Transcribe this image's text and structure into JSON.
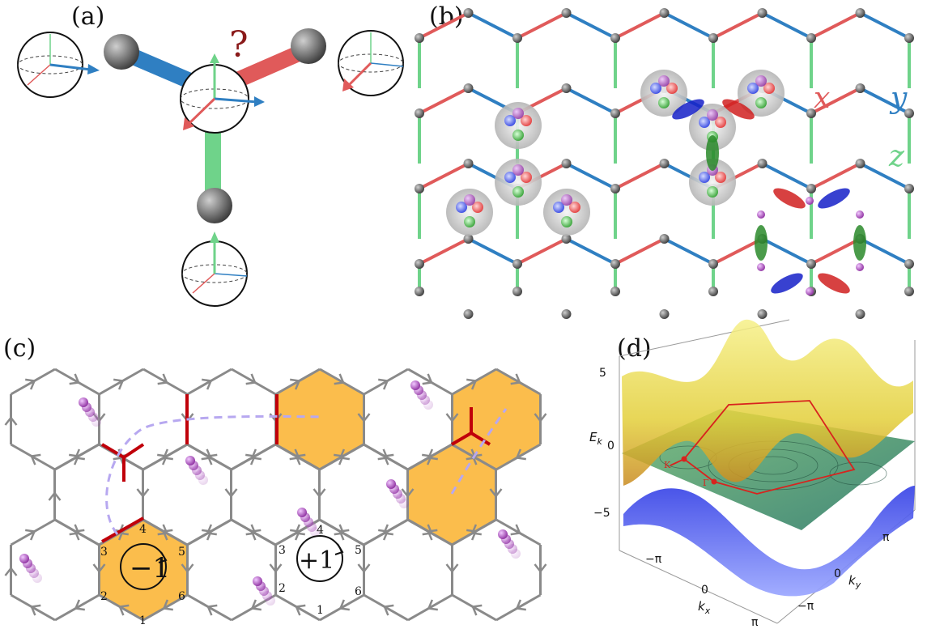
{
  "panels": {
    "a": {
      "label": "(a)",
      "question": "?"
    },
    "b": {
      "label": "(b)",
      "bond_labels": {
        "x": "x",
        "y": "y",
        "z": "z"
      }
    },
    "c": {
      "label": "(c)",
      "plaquette_left": "−1",
      "plaquette_right": "+1",
      "edge_numbers": [
        "1",
        "2",
        "3",
        "4",
        "5",
        "6"
      ]
    },
    "d": {
      "label": "(d)",
      "z_label": "E",
      "z_sub": "k",
      "z_ticks": [
        "5",
        "0",
        "−5"
      ],
      "kx_label": "k",
      "kx_sub": "x",
      "kx_ticks": [
        "−π",
        "0",
        "π"
      ],
      "ky_label": "k",
      "ky_sub": "y",
      "ky_ticks": [
        "π",
        "0",
        "−π"
      ],
      "path_labels": [
        "K",
        "Γ"
      ]
    }
  },
  "colors": {
    "x_bond": "#e05a5a",
    "y_bond": "#2f7fc2",
    "z_bond": "#6fd38a",
    "site": "#666666",
    "flux": "#fbbd4c",
    "fermion": "#a855b5",
    "string": "#c0000a",
    "lattice_c": "#8a8a8a",
    "band_top": "#e8e23a",
    "band_mid": "#3f9a78",
    "band_low": "#3a4ee0"
  }
}
